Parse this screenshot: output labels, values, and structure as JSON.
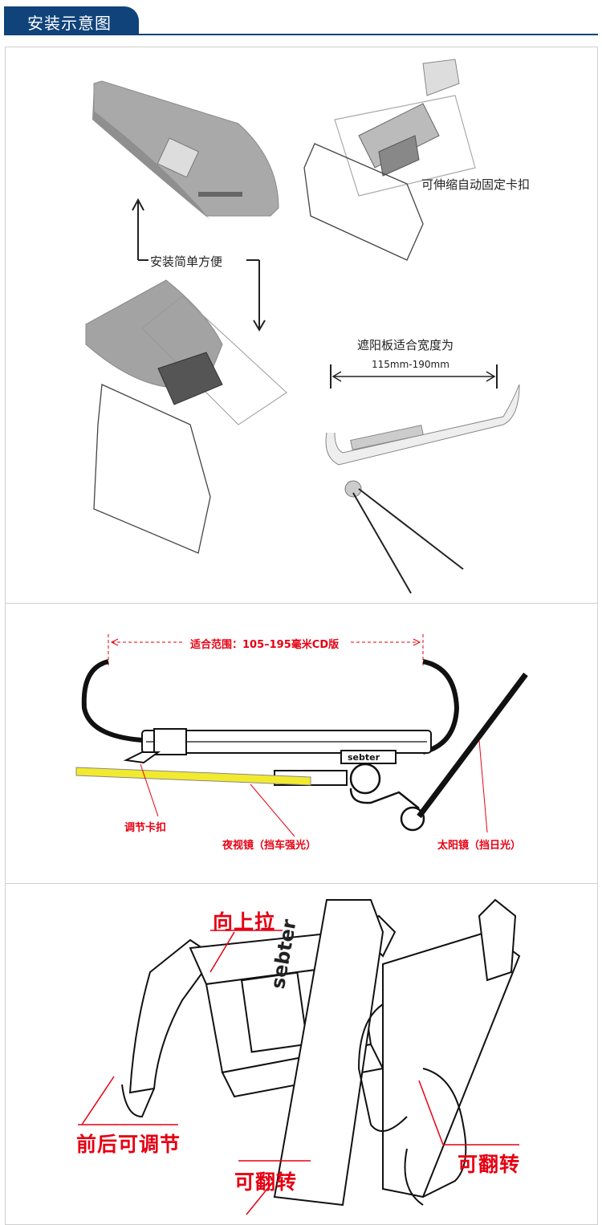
{
  "header": {
    "title": "安装示意图"
  },
  "colors": {
    "header_blue": "#10437a",
    "accent_red": "#e60012",
    "lens_yellow": "#f2ea2e",
    "visor_gray": "#a9a9a9"
  },
  "panel1": {
    "label_clip": "可伸缩自动固定卡扣",
    "label_install": "安装简单方便",
    "label_width_title": "遮阳板适合宽度为",
    "label_width_range": "115mm-190mm"
  },
  "panel2": {
    "label_range": "适合范围：105–195毫米CD版",
    "label_clip": "调节卡扣",
    "label_night": "夜视镜（挡车强光）",
    "label_sun": "太阳镜（挡日光）",
    "brand": "sebter"
  },
  "panel3": {
    "label_pull": "向上拉",
    "label_adjust": "前后可调节",
    "label_flip_left": "可翻转",
    "label_flip_right": "可翻转",
    "brand": "sebter"
  }
}
